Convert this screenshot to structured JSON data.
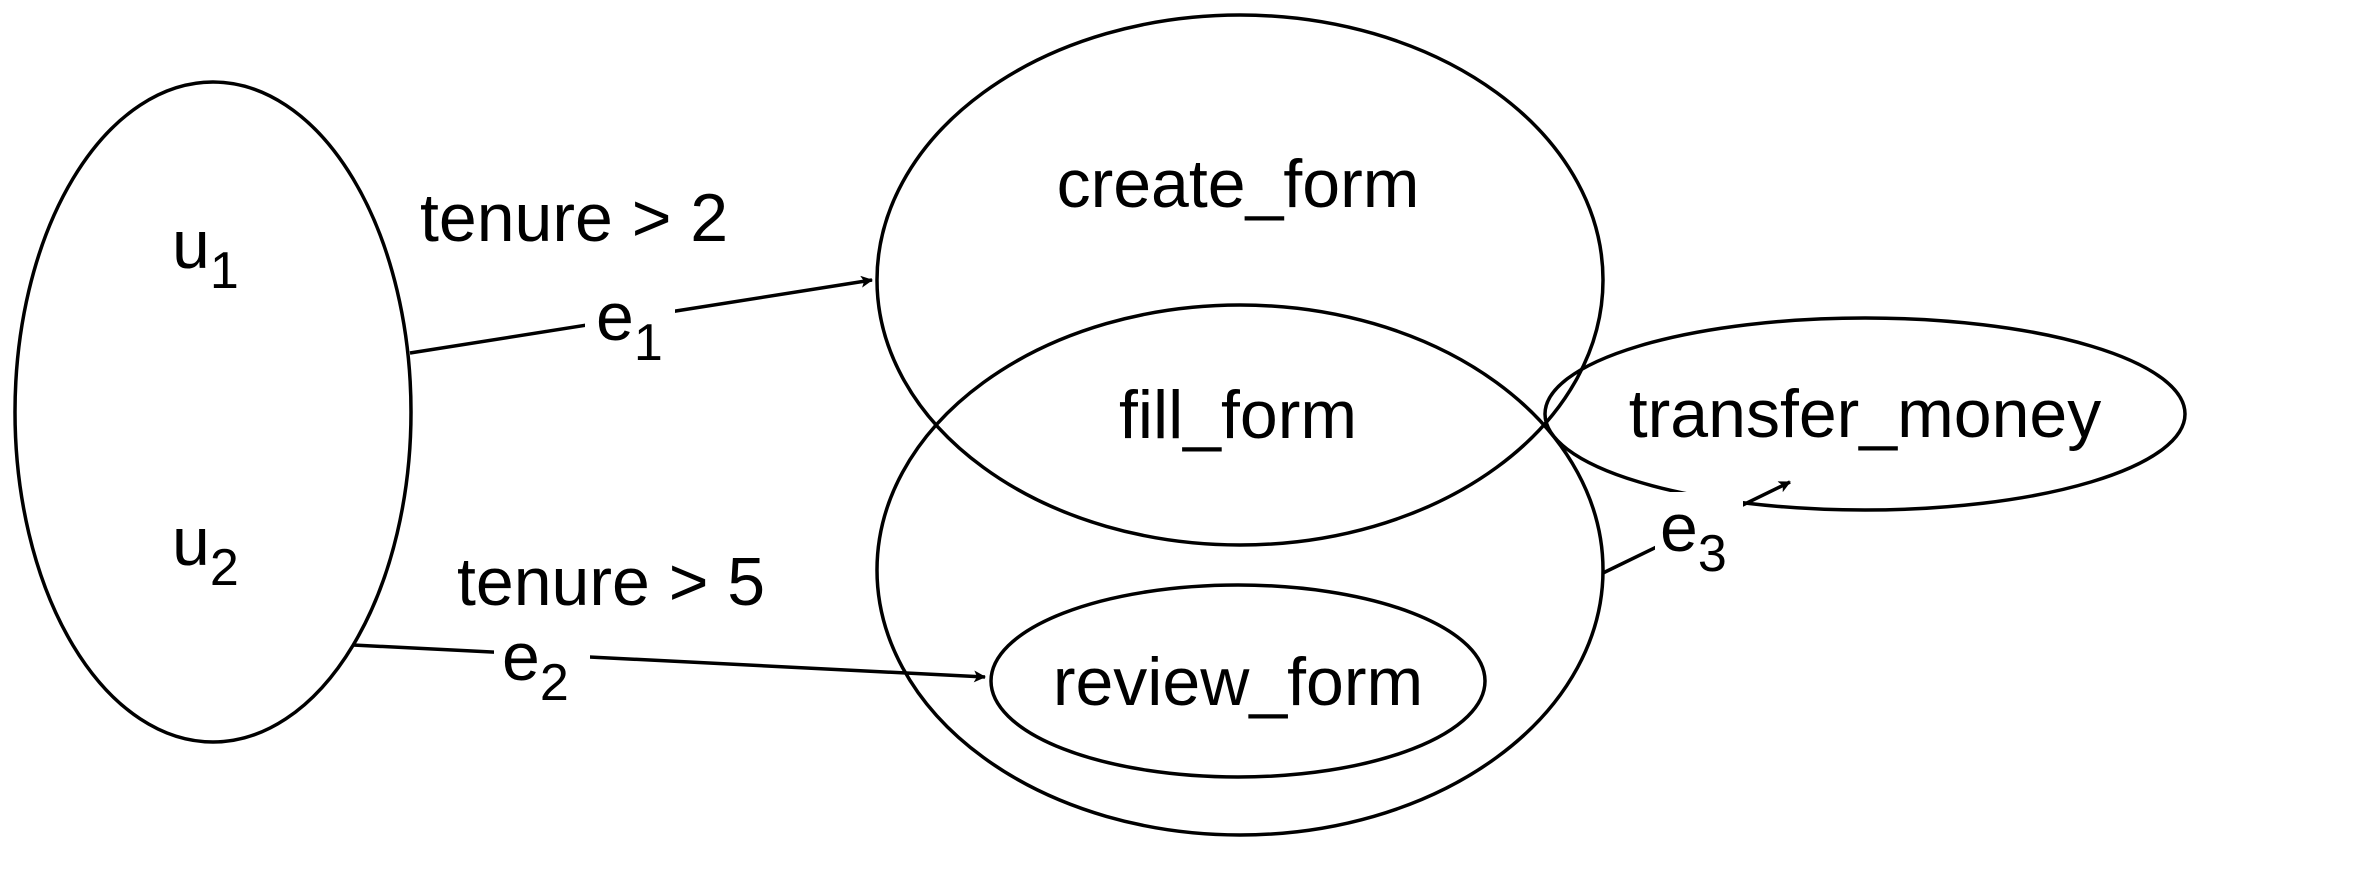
{
  "nodes": {
    "users": {
      "u1_main": "u",
      "u1_sub": "1",
      "u2_main": "u",
      "u2_sub": "2"
    },
    "create_form": "create_form",
    "fill_form": "fill_form",
    "review_form": "review_form",
    "transfer_money": "transfer_money"
  },
  "edges": {
    "e1": {
      "main": "e",
      "sub": "1",
      "condition": "tenure > 2"
    },
    "e2": {
      "main": "e",
      "sub": "2",
      "condition": "tenure > 5"
    },
    "e3": {
      "main": "e",
      "sub": "3"
    }
  },
  "colors": {
    "stroke": "#000000",
    "background": "#ffffff"
  }
}
